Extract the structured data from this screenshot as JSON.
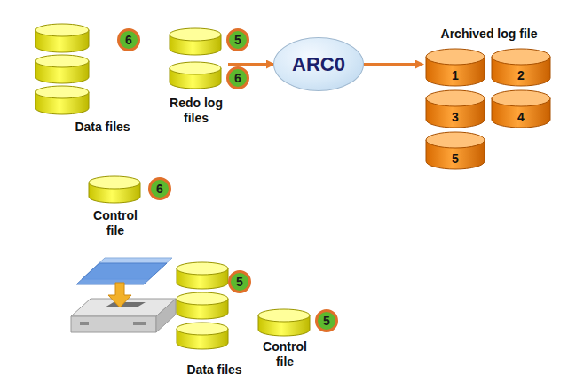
{
  "diagram": {
    "nodes": [
      {
        "text": [
          "Data files"
        ]
      },
      {
        "text": [
          "Redo log files"
        ]
      },
      {
        "text": [
          "ARC0"
        ]
      },
      {
        "text": [
          "Archived log file"
        ]
      },
      {
        "text": [
          "1"
        ],
        "in": 3
      },
      {
        "text": [
          "2"
        ],
        "in": 3
      },
      {
        "text": [
          "3"
        ],
        "in": 3
      },
      {
        "text": [
          "4"
        ],
        "in": 3
      },
      {
        "text": [
          "5"
        ],
        "in": 3
      },
      {
        "text": [
          "Control file"
        ]
      },
      {
        "text": [
          "Data files"
        ]
      },
      {
        "text": [
          "Control file"
        ]
      }
    ],
    "edges": [
      {
        "from": 1,
        "to": 2,
        "arrow": "to"
      },
      {
        "from": 2,
        "to": 3,
        "arrow": "to"
      }
    ],
    "labels": [
      "6",
      "5",
      "6",
      "6",
      "5",
      "5"
    ]
  }
}
